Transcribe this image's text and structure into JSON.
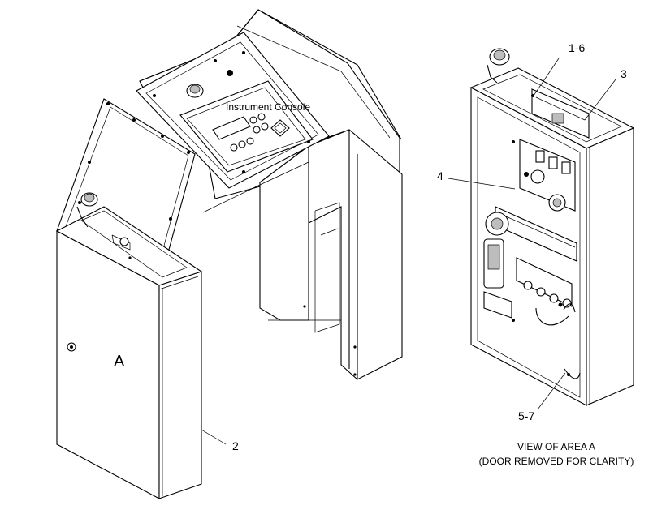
{
  "labels": {
    "console": "Instrument Console",
    "area_letter": "A",
    "callout_1_6": "1-6",
    "callout_3": "3",
    "callout_4": "4",
    "callout_2": "2",
    "callout_5_7": "5-7"
  },
  "caption": {
    "line1": "VIEW OF AREA  A",
    "line2": "(DOOR REMOVED FOR CLARITY)"
  }
}
